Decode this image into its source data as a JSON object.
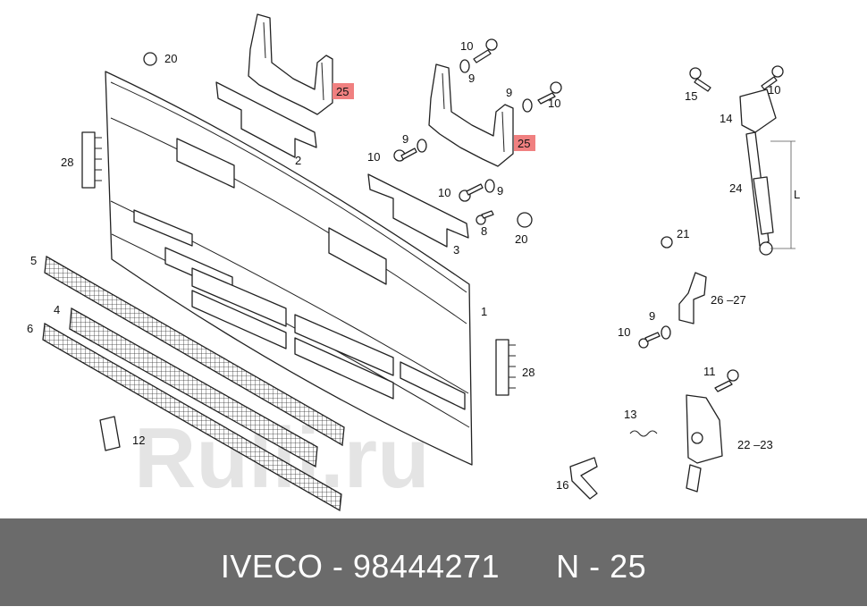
{
  "diagram": {
    "watermark": "Rulli.ru",
    "labels": [
      {
        "id": "lbl-20a",
        "text": "20"
      },
      {
        "id": "lbl-25a",
        "text": "25",
        "highlight": true
      },
      {
        "id": "lbl-2",
        "text": "2"
      },
      {
        "id": "lbl-28a",
        "text": "28"
      },
      {
        "id": "lbl-10a",
        "text": "10"
      },
      {
        "id": "lbl-9a",
        "text": "9"
      },
      {
        "id": "lbl-9b",
        "text": "9"
      },
      {
        "id": "lbl-10b",
        "text": "10"
      },
      {
        "id": "lbl-25b",
        "text": "25",
        "highlight": true
      },
      {
        "id": "lbl-9c",
        "text": "9"
      },
      {
        "id": "lbl-10c",
        "text": "10"
      },
      {
        "id": "lbl-10d",
        "text": "10"
      },
      {
        "id": "lbl-9d",
        "text": "9"
      },
      {
        "id": "lbl-8",
        "text": "8"
      },
      {
        "id": "lbl-3",
        "text": "3"
      },
      {
        "id": "lbl-20b",
        "text": "20"
      },
      {
        "id": "lbl-5",
        "text": "5"
      },
      {
        "id": "lbl-4",
        "text": "4"
      },
      {
        "id": "lbl-6",
        "text": "6"
      },
      {
        "id": "lbl-1",
        "text": "1"
      },
      {
        "id": "lbl-28b",
        "text": "28"
      },
      {
        "id": "lbl-12",
        "text": "12"
      },
      {
        "id": "lbl-15",
        "text": "15"
      },
      {
        "id": "lbl-10e",
        "text": "10"
      },
      {
        "id": "lbl-14",
        "text": "14"
      },
      {
        "id": "lbl-24",
        "text": "24"
      },
      {
        "id": "lbl-L",
        "text": "L"
      },
      {
        "id": "lbl-21",
        "text": "21"
      },
      {
        "id": "lbl-26-27",
        "text": "26 –27"
      },
      {
        "id": "lbl-9e",
        "text": "9"
      },
      {
        "id": "lbl-10f",
        "text": "10"
      },
      {
        "id": "lbl-11",
        "text": "11"
      },
      {
        "id": "lbl-13",
        "text": "13"
      },
      {
        "id": "lbl-22-23",
        "text": "22 –23"
      },
      {
        "id": "lbl-16",
        "text": "16"
      }
    ]
  },
  "footer": {
    "brand": "IVECO",
    "separator": " - ",
    "part_number": "98444271",
    "ref": "N - 25"
  }
}
